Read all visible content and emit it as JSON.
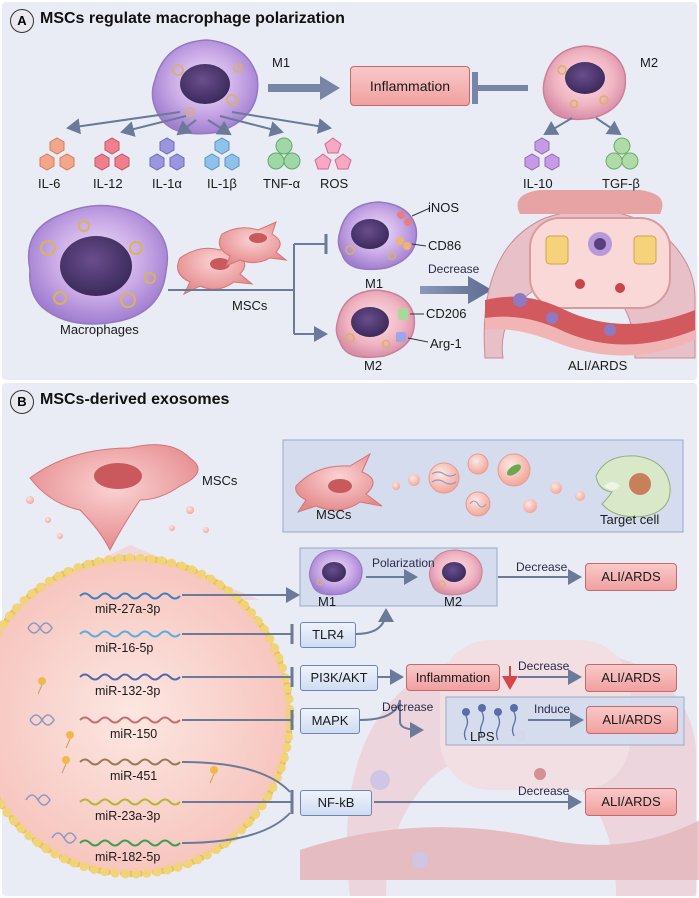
{
  "panel_a": {
    "badge": "A",
    "title": "MSCs regulate macrophage polarization",
    "m1_label": "M1",
    "m2_label": "M2",
    "inflammation": "Inflammation",
    "m1_factors": [
      "IL-6",
      "IL-12",
      "IL-1α",
      "IL-1β",
      "TNF-α",
      "ROS"
    ],
    "m2_factors": [
      "IL-10",
      "TGF-β"
    ],
    "macrophages": "Macrophages",
    "mscs": "MSCs",
    "m1_cell": "M1",
    "m2_cell": "M2",
    "inos": "iNOS",
    "cd86": "CD86",
    "cd206": "CD206",
    "arg1": "Arg-1",
    "decrease": "Decrease",
    "ali": "ALI/ARDS"
  },
  "panel_b": {
    "badge": "B",
    "title": "MSCs-derived exosomes",
    "mscs_top": "MSCs",
    "inset_mscs": "MSCs",
    "target_cell": "Target cell",
    "mirnas": [
      "miR-27a-3p",
      "miR-16-5p",
      "miR-132-3p",
      "miR-150",
      "miR-451",
      "miR-23a-3p",
      "miR-182-5p"
    ],
    "m1": "M1",
    "m2": "M2",
    "polarization": "Polarization",
    "targets": {
      "tlr4": "TLR4",
      "pi3k": "PI3K/AKT",
      "mapk": "MAPK",
      "nfkb": "NF-kB"
    },
    "inflammation": "Inflammation",
    "lps": "LPS",
    "induce": "Induce",
    "decrease_1": "Decrease",
    "decrease_2": "Decrease",
    "decrease_3": "Decrease",
    "decrease_4": "Decrease",
    "ali_1": "ALI/ARDS",
    "ali_2": "ALI/ARDS",
    "ali_3": "ALI/ARDS",
    "ali_4": "ALI/ARDS"
  },
  "colors": {
    "panel_bg": "#e6e9f3",
    "cell_purple": "#b48fd6",
    "msc_pink": "#f0a7a8",
    "box_pink": "#f4b6b6",
    "box_blue": "#d9e3f4",
    "arrow": "#6b7a99"
  }
}
